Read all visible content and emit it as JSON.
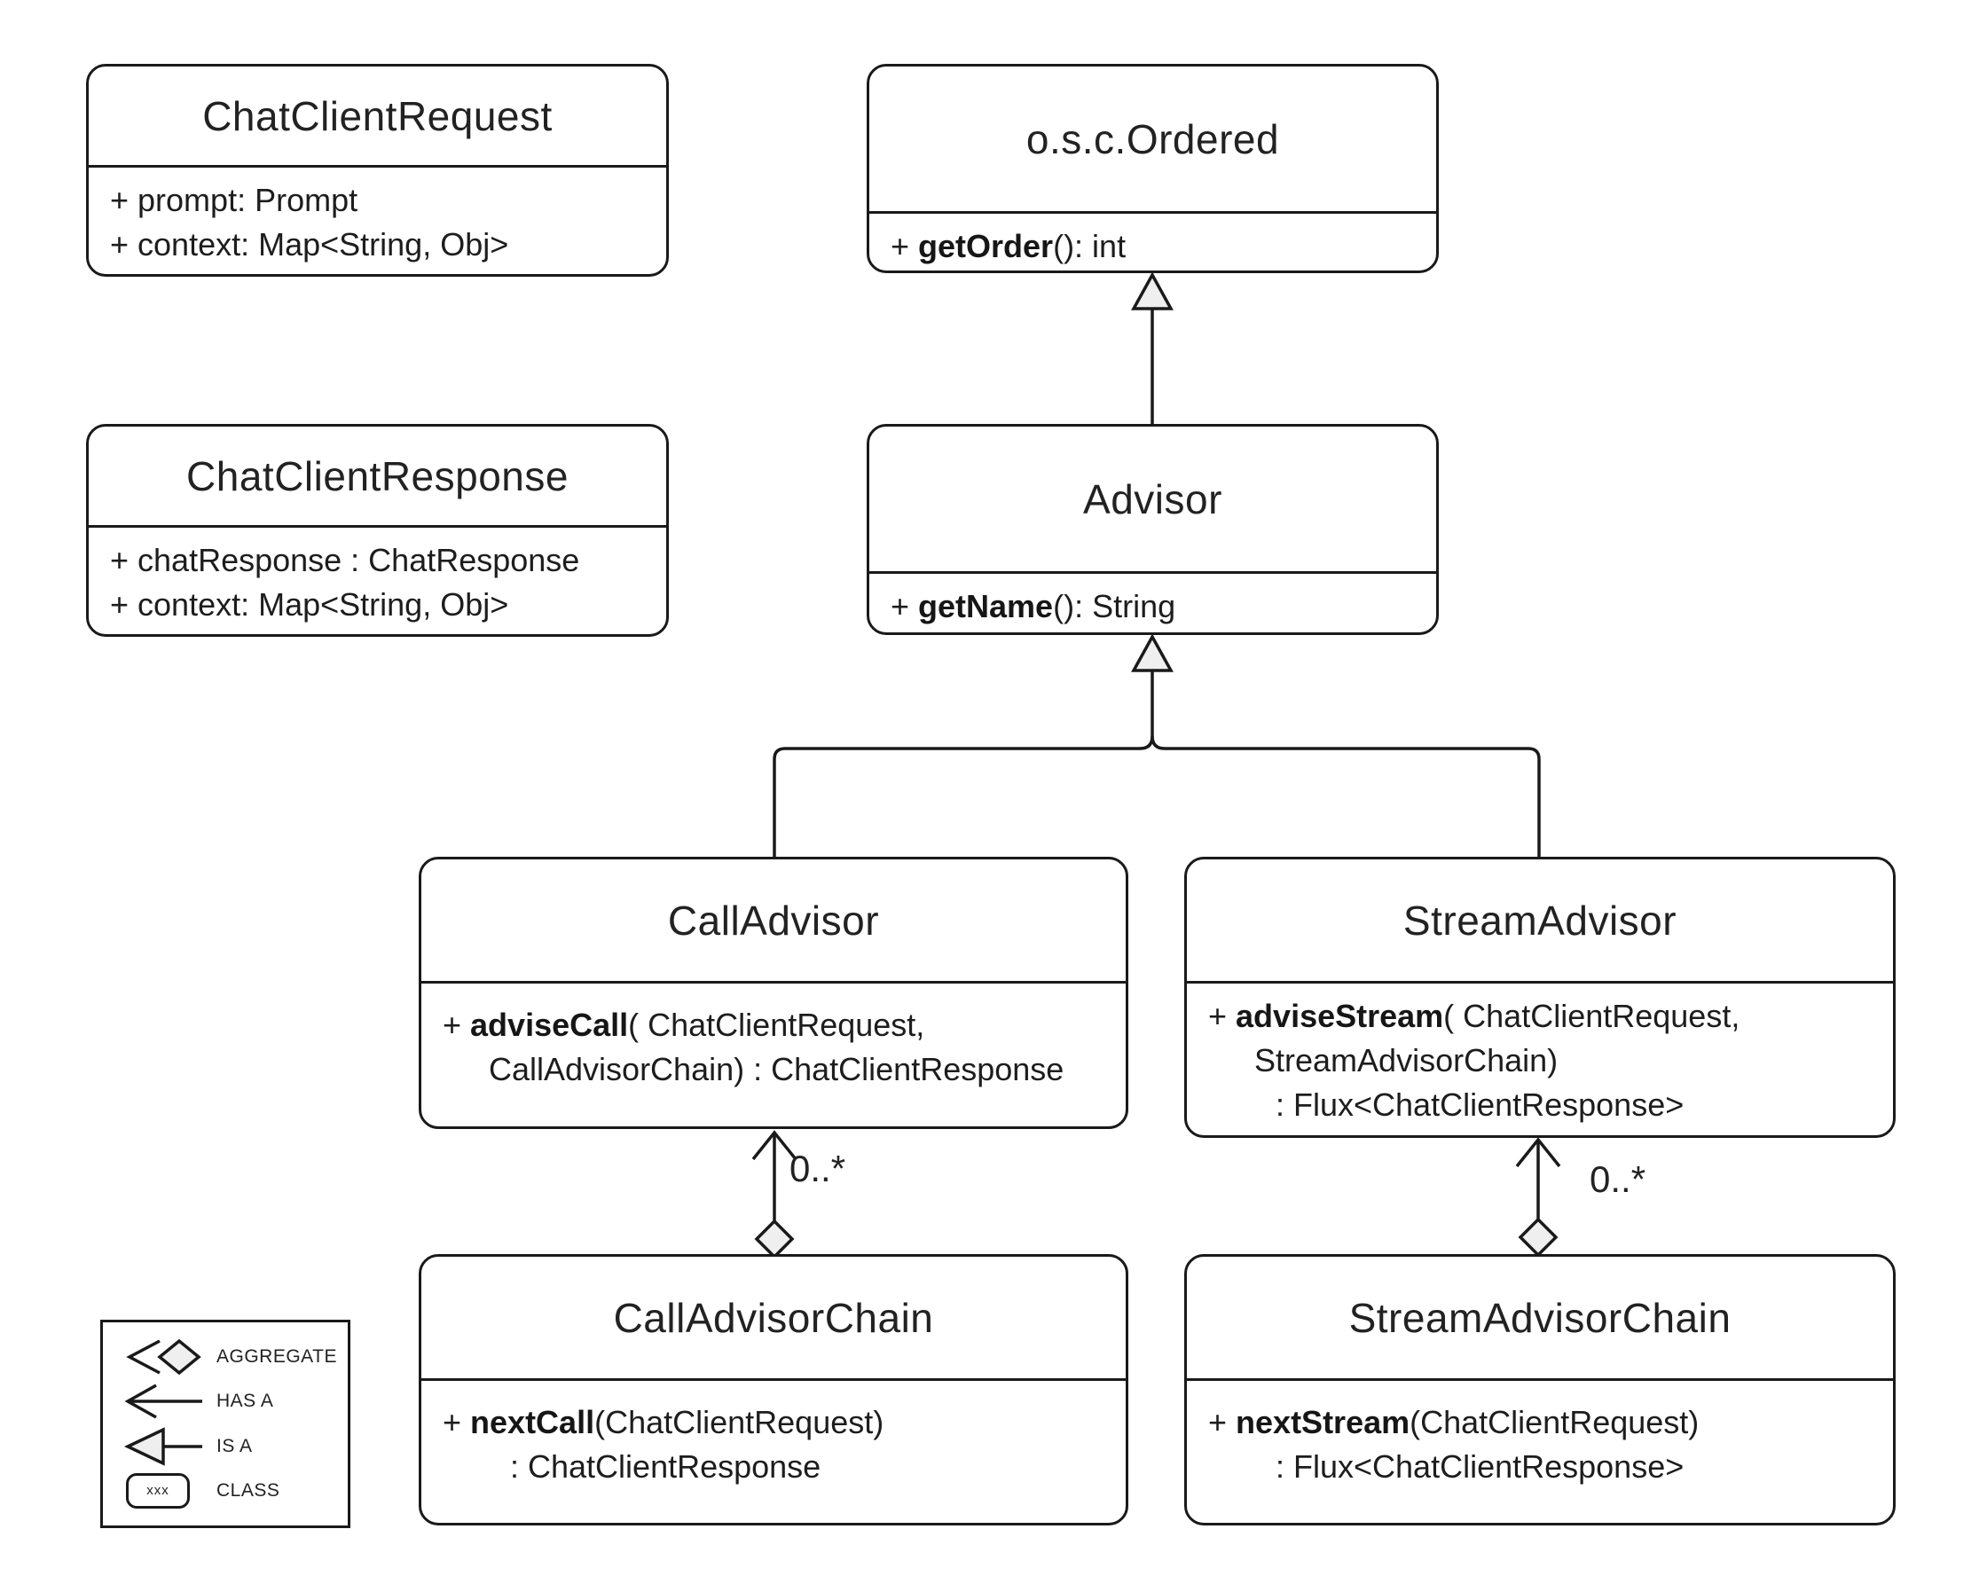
{
  "diagram": {
    "kind": "uml-class-diagram",
    "subject": "Advisor API"
  },
  "classes": {
    "chat_client_request": {
      "title": "ChatClientRequest",
      "members": [
        {
          "text": "+ prompt: Prompt"
        },
        {
          "text": "+ context: Map<String, Obj>"
        }
      ]
    },
    "ordered": {
      "title": "o.s.c.Ordered",
      "members": [
        {
          "prefix": "+ ",
          "name": "getOrder",
          "rest": "(): int"
        }
      ]
    },
    "chat_client_response": {
      "title": "ChatClientResponse",
      "members": [
        {
          "text": "+ chatResponse : ChatResponse"
        },
        {
          "text": "+ context: Map<String, Obj>"
        }
      ]
    },
    "advisor": {
      "title": "Advisor",
      "members": [
        {
          "prefix": "+ ",
          "name": "getName",
          "rest": "(): String"
        }
      ]
    },
    "call_advisor": {
      "title": "CallAdvisor",
      "members": [
        {
          "prefix": "+ ",
          "name": "adviseCall",
          "rest": "( ChatClientRequest,"
        },
        {
          "text": "CallAdvisorChain) : ChatClientResponse"
        }
      ]
    },
    "stream_advisor": {
      "title": "StreamAdvisor",
      "members": [
        {
          "prefix": "+ ",
          "name": "adviseStream",
          "rest": "( ChatClientRequest,"
        },
        {
          "text": "StreamAdvisorChain)"
        },
        {
          "text": ": Flux<ChatClientResponse>"
        }
      ]
    },
    "call_advisor_chain": {
      "title": "CallAdvisorChain",
      "members": [
        {
          "prefix": "+ ",
          "name": "nextCall",
          "rest": "(ChatClientRequest)"
        },
        {
          "text": ": ChatClientResponse"
        }
      ]
    },
    "stream_advisor_chain": {
      "title": "StreamAdvisorChain",
      "members": [
        {
          "prefix": "+ ",
          "name": "nextStream",
          "rest": "(ChatClientRequest)"
        },
        {
          "text": ": Flux<ChatClientResponse>"
        }
      ]
    }
  },
  "relations": [
    {
      "type": "is-a",
      "from": "Advisor",
      "to": "o.s.c.Ordered"
    },
    {
      "type": "is-a",
      "from": "CallAdvisor",
      "to": "Advisor"
    },
    {
      "type": "is-a",
      "from": "StreamAdvisor",
      "to": "Advisor"
    },
    {
      "type": "aggregate",
      "from": "CallAdvisorChain",
      "to": "CallAdvisor",
      "multiplicity": "0..*"
    },
    {
      "type": "aggregate",
      "from": "StreamAdvisorChain",
      "to": "StreamAdvisor",
      "multiplicity": "0..*"
    }
  ],
  "legend": {
    "items": [
      {
        "symbol": "aggregate-arrow",
        "label": "AGGREGATE"
      },
      {
        "symbol": "has-a-arrow",
        "label": "HAS A"
      },
      {
        "symbol": "is-a-arrow",
        "label": "IS A"
      },
      {
        "symbol": "class-box",
        "label": "CLASS",
        "box_text": "xxx"
      }
    ]
  },
  "colors": {
    "stroke": "#1a1a1a",
    "shape_fill": "#efefef",
    "background": "#ffffff",
    "text": "#1d1d1d"
  }
}
